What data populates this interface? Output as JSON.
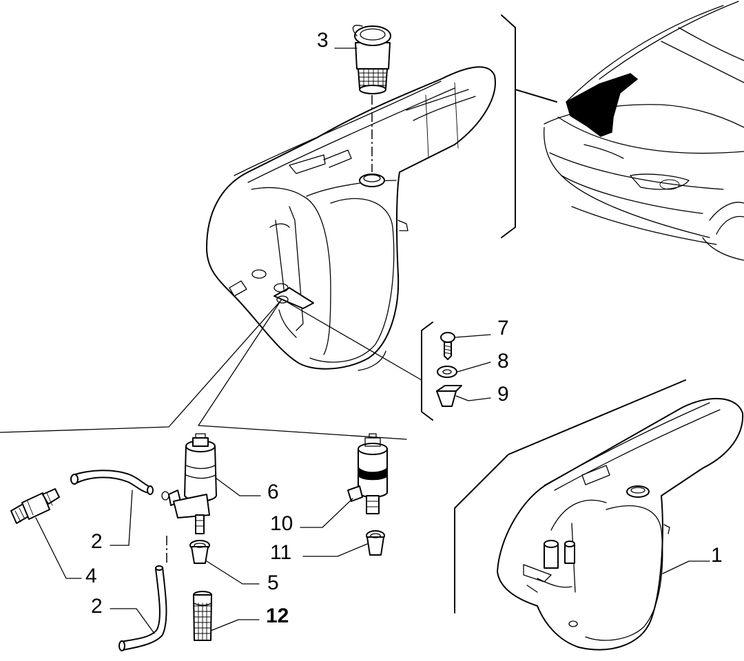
{
  "parts": {
    "p1": "1",
    "p2a": "2",
    "p2b": "2",
    "p3": "3",
    "p4": "4",
    "p5": "5",
    "p6": "6",
    "p7": "7",
    "p8": "8",
    "p9": "9",
    "p10": "10",
    "p11": "11",
    "p12": "12"
  }
}
